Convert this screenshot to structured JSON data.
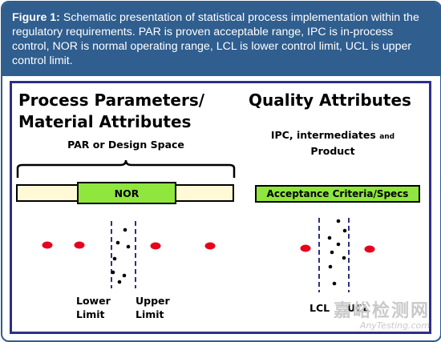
{
  "caption": {
    "lead": "Figure 1:",
    "text": " Schematic presentation of statistical process  implementation within the regulatory requirements. PAR is proven acceptable range, IPC is in-process control, NOR is normal operating range, LCL is lower control limit, UCL is upper control limit."
  },
  "left": {
    "title_line1": "Process Parameters/",
    "title_line2": "Material Attributes",
    "par_label": "PAR or Design Space",
    "nor_label": "NOR",
    "lower_limit_line1": "Lower",
    "lower_limit_line2": "Limit",
    "upper_limit_line1": "Upper",
    "upper_limit_line2": "Limit"
  },
  "right": {
    "title": "Quality Attributes",
    "ipc_line1": "IPC, intermediates",
    "ipc_and": "and",
    "ipc_line2": "Product",
    "acceptance_label": "Acceptance Criteria/Specs",
    "lcl_label": "LCL",
    "ucl_label": "UCL"
  },
  "colors": {
    "caption_band": "#2f5e8f",
    "box_border": "#2e2e8a",
    "nor_green": "#8fe63d",
    "par_pale": "#fff9d6",
    "red_dot": "#e8001c",
    "dashed_line": "#2e2e8a"
  },
  "watermark": {
    "cn": "嘉峪检测网",
    "en": "AnyTesting.com"
  }
}
